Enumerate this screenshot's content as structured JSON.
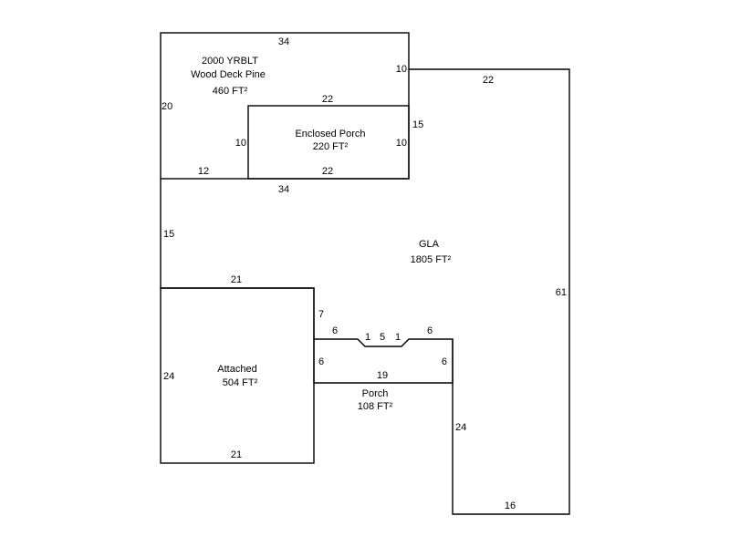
{
  "areas": {
    "deck": {
      "line1": "2000 YRBLT",
      "line2": "Wood Deck Pine",
      "area": "460 FT²"
    },
    "enclosed_porch": {
      "name": "Enclosed Porch",
      "area": "220 FT²"
    },
    "gla": {
      "name": "GLA",
      "area": "1805 FT²"
    },
    "attached": {
      "name": "Attached",
      "area": "504 FT²"
    },
    "porch": {
      "name": "Porch",
      "area": "108 FT²"
    }
  },
  "dimensions": {
    "deck_top": "34",
    "deck_left": "20",
    "deck_right": "10",
    "deck_bottom_left": "12",
    "ep_top": "22",
    "ep_left": "10",
    "ep_right": "10",
    "ep_bottom": "22",
    "ep_outer_right": "15",
    "gla_top_right": "22",
    "gla_top_left": "34",
    "gla_left": "15",
    "gla_right": "61",
    "gla_bottom": "16",
    "gla_lower_right": "24",
    "att_top": "21",
    "att_left": "24",
    "att_bottom": "21",
    "att_right_upper": "7",
    "porch_left_top": "6",
    "porch_notch_1a": "1",
    "porch_notch_5": "5",
    "porch_notch_1b": "1",
    "porch_right_top": "6",
    "porch_left": "6",
    "porch_right": "6",
    "porch_bottom": "19"
  }
}
